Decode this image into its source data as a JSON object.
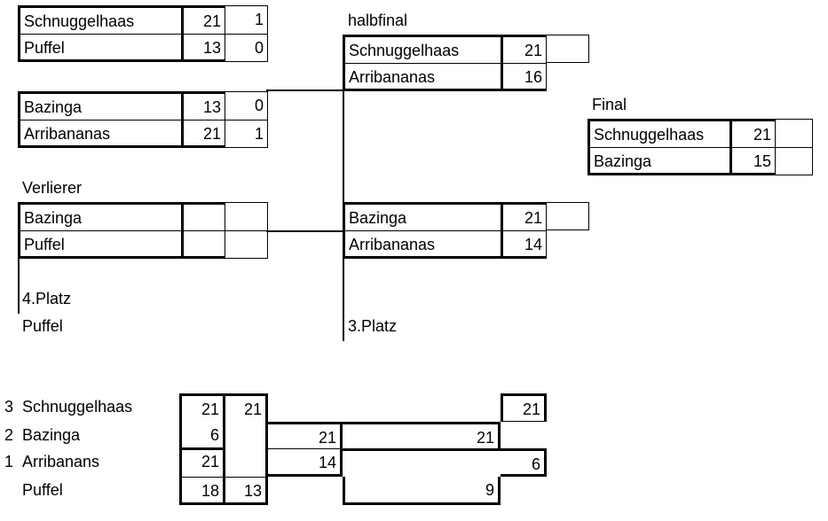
{
  "bracket": {
    "match1": {
      "team_a": "Schnuggelhaas",
      "score_a": "21",
      "sets_a": "1",
      "team_b": "Puffel",
      "score_b": "13",
      "sets_b": "0"
    },
    "match2": {
      "team_a": "Bazinga",
      "score_a": "13",
      "sets_a": "0",
      "team_b": "Arribananas",
      "score_b": "21",
      "sets_b": "1"
    },
    "loser": {
      "label": "Verlierer",
      "team_a": "Bazinga",
      "team_b": "Puffel"
    },
    "semi1": {
      "label": "halbfinal",
      "team_a": "Schnuggelhaas",
      "score_a": "21",
      "team_b": "Arribananas",
      "score_b": "16"
    },
    "semi2": {
      "team_a": "Bazinga",
      "score_a": "21",
      "team_b": "Arribananas",
      "score_b": "14"
    },
    "final": {
      "label": "Final",
      "team_a": "Schnuggelhaas",
      "score_a": "21",
      "team_b": "Bazinga",
      "score_b": "15"
    },
    "fourth_label": "4.Platz",
    "fourth_team": "Puffel",
    "third_label": "3.Platz"
  },
  "standings": {
    "rows": [
      {
        "rank": "3",
        "name": "Schnuggelhaas",
        "c1": "21",
        "c2": "21",
        "c3": "",
        "c4": "",
        "c5": "21"
      },
      {
        "rank": "2",
        "name": "Bazinga",
        "c1": "6",
        "c2": "",
        "c3": "21",
        "c4": "21",
        "c5": ""
      },
      {
        "rank": "1",
        "name": "Arribanans",
        "c1": "21",
        "c2": "",
        "c3": "14",
        "c4": "",
        "c5": "6"
      },
      {
        "rank": "",
        "name": "Puffel",
        "c1": "18",
        "c2": "13",
        "c3": "",
        "c4": "9",
        "c5": ""
      }
    ]
  }
}
